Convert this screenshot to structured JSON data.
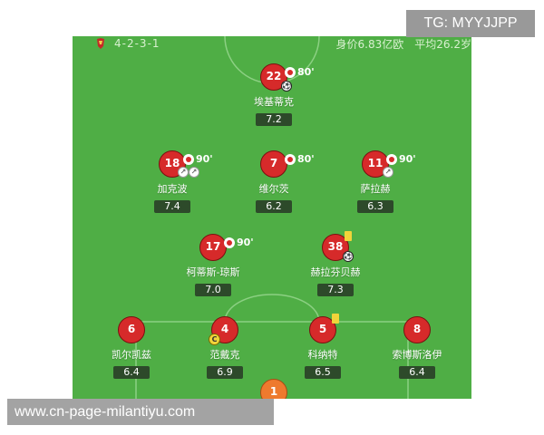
{
  "header": {
    "formation": "4-2-3-1",
    "team_value": "身价6.83亿欧",
    "avg_age": "平均26.2岁"
  },
  "players": [
    {
      "number": "22",
      "name": "埃基蒂克",
      "rating": "7.2",
      "sub_minute": "80'",
      "goal": true
    },
    {
      "number": "18",
      "name": "加克波",
      "rating": "7.4",
      "sub_minute": "90'",
      "assists": 2
    },
    {
      "number": "7",
      "name": "维尔茨",
      "rating": "6.2",
      "sub_minute": "80'"
    },
    {
      "number": "11",
      "name": "萨拉赫",
      "rating": "6.3",
      "sub_minute": "90'",
      "assists": 1
    },
    {
      "number": "17",
      "name": "柯蒂斯-琼斯",
      "rating": "7.0",
      "sub_minute": "90'"
    },
    {
      "number": "38",
      "name": "赫拉芬贝赫",
      "rating": "7.3",
      "yellow_card": true,
      "goal": true
    },
    {
      "number": "6",
      "name": "凯尔凯兹",
      "rating": "6.4"
    },
    {
      "number": "4",
      "name": "范戴克",
      "rating": "6.9",
      "captain": "C"
    },
    {
      "number": "5",
      "name": "科纳特",
      "rating": "6.5",
      "yellow_card": true
    },
    {
      "number": "8",
      "name": "索博斯洛伊",
      "rating": "6.4"
    },
    {
      "number": "1",
      "goalkeeper": true
    }
  ],
  "watermarks": {
    "telegram": "TG: MYYJJPP",
    "url": "www.cn-page-milantiyu.com"
  },
  "colors": {
    "pitch": "#4fae45",
    "jersey": "#d62a2a",
    "goalkeeper": "#ee7a2e",
    "rating_bg": "#2d4a2a",
    "yellow_card": "#f1d43a"
  }
}
